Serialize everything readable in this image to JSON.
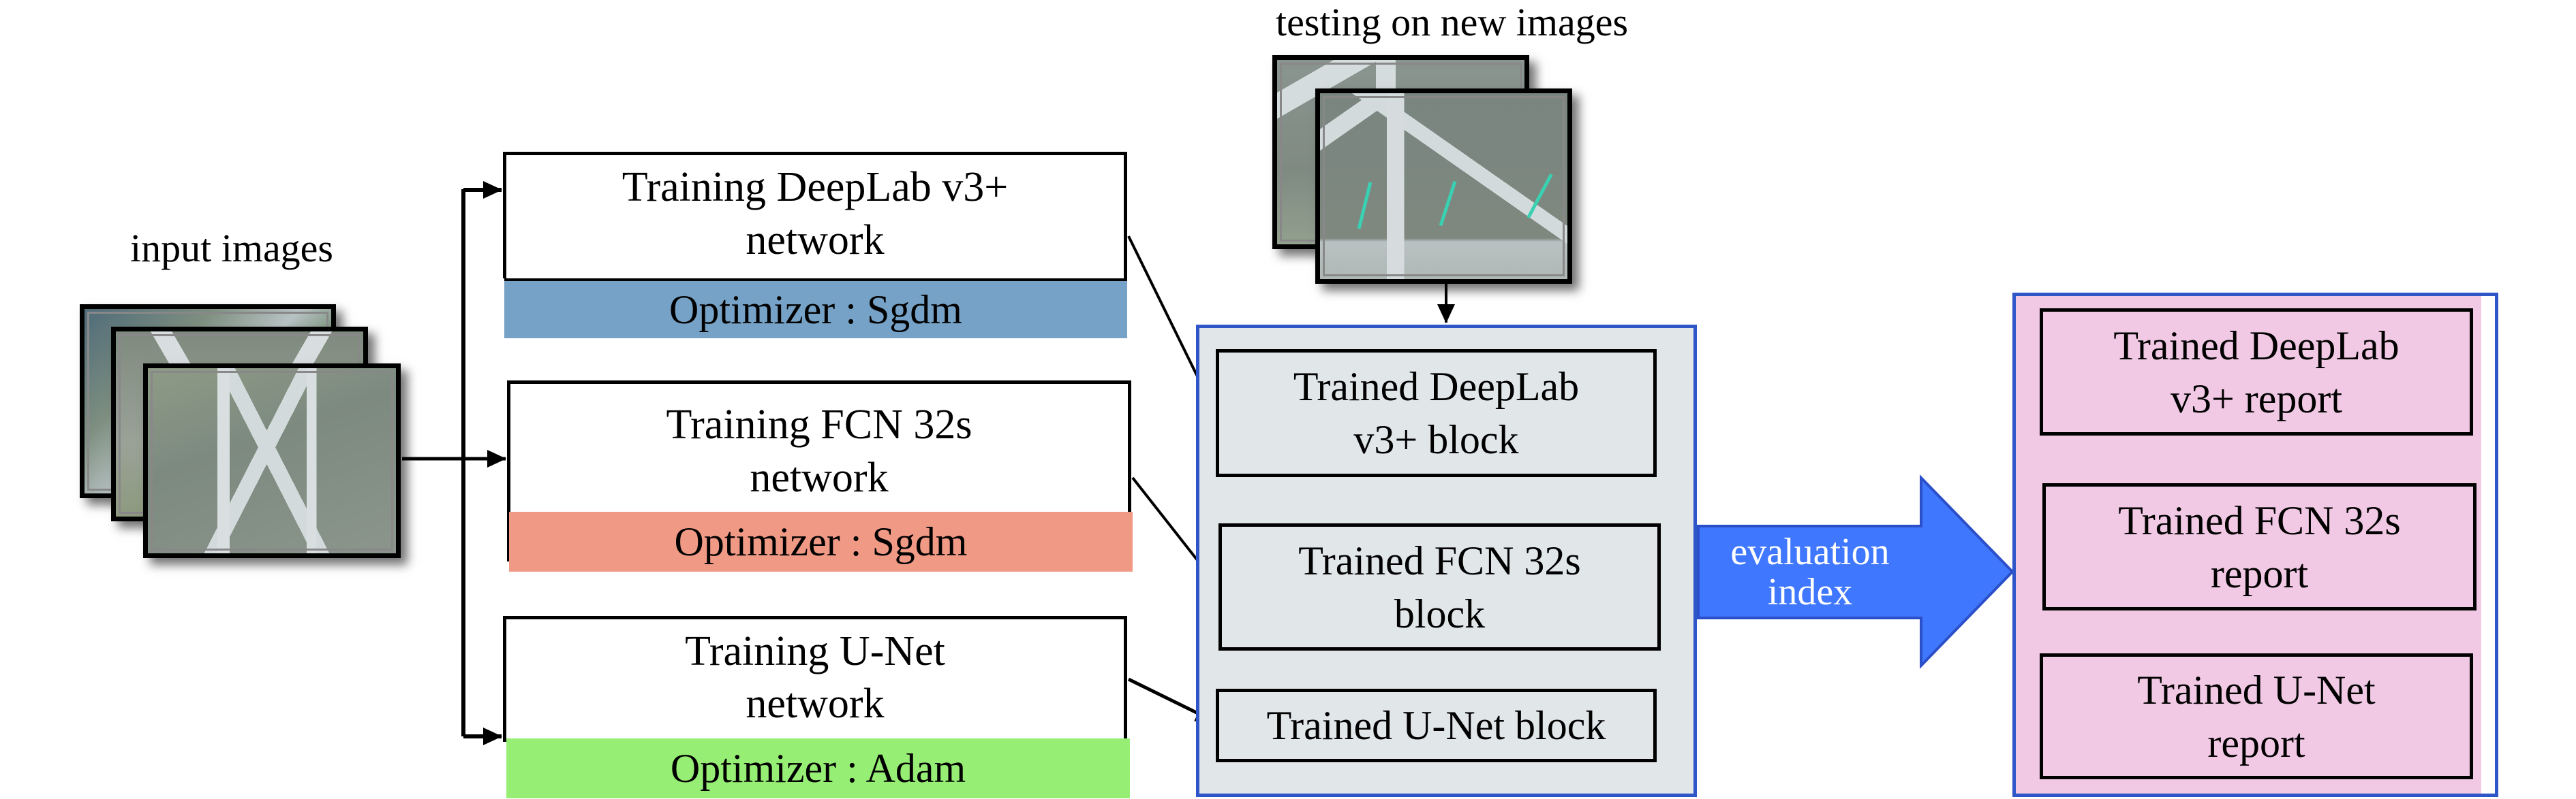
{
  "input_section": {
    "label": "input images",
    "images": [
      "input-image-1",
      "input-image-2",
      "input-image-3"
    ]
  },
  "training": [
    {
      "title_line1": "Training DeepLab v3+",
      "title_line2": "network",
      "optimizer": "Optimizer : Sgdm",
      "color": "#75a2c6"
    },
    {
      "title_line1": "Training FCN 32s",
      "title_line2": "network",
      "optimizer": "Optimizer : Sgdm",
      "color": "#f09a86"
    },
    {
      "title_line1": "Training U-Net",
      "title_line2": "network",
      "optimizer": "Optimizer : Adam",
      "color": "#97ee75"
    }
  ],
  "testing_section": {
    "label": "testing on new images",
    "images": [
      "test-image-1",
      "test-image-2"
    ]
  },
  "trained_blocks": {
    "background": "#e1e6e9",
    "border": "#2f56c8",
    "items": [
      {
        "line1": "Trained DeepLab",
        "line2": "v3+ block"
      },
      {
        "line1": "Trained FCN 32s",
        "line2": "block"
      },
      {
        "line1": "Trained U-Net block",
        "line2": ""
      }
    ]
  },
  "evaluation_arrow": {
    "line1": "evaluation",
    "line2": "index",
    "fill": "#3f77fe",
    "stroke": "#2b4fc8"
  },
  "reports": {
    "background": "#f2c9e4",
    "border": "#2f56c8",
    "items": [
      {
        "line1": "Trained DeepLab",
        "line2": "v3+ report"
      },
      {
        "line1": "Trained FCN 32s",
        "line2": "report"
      },
      {
        "line1": "Trained U-Net",
        "line2": "report"
      }
    ]
  }
}
